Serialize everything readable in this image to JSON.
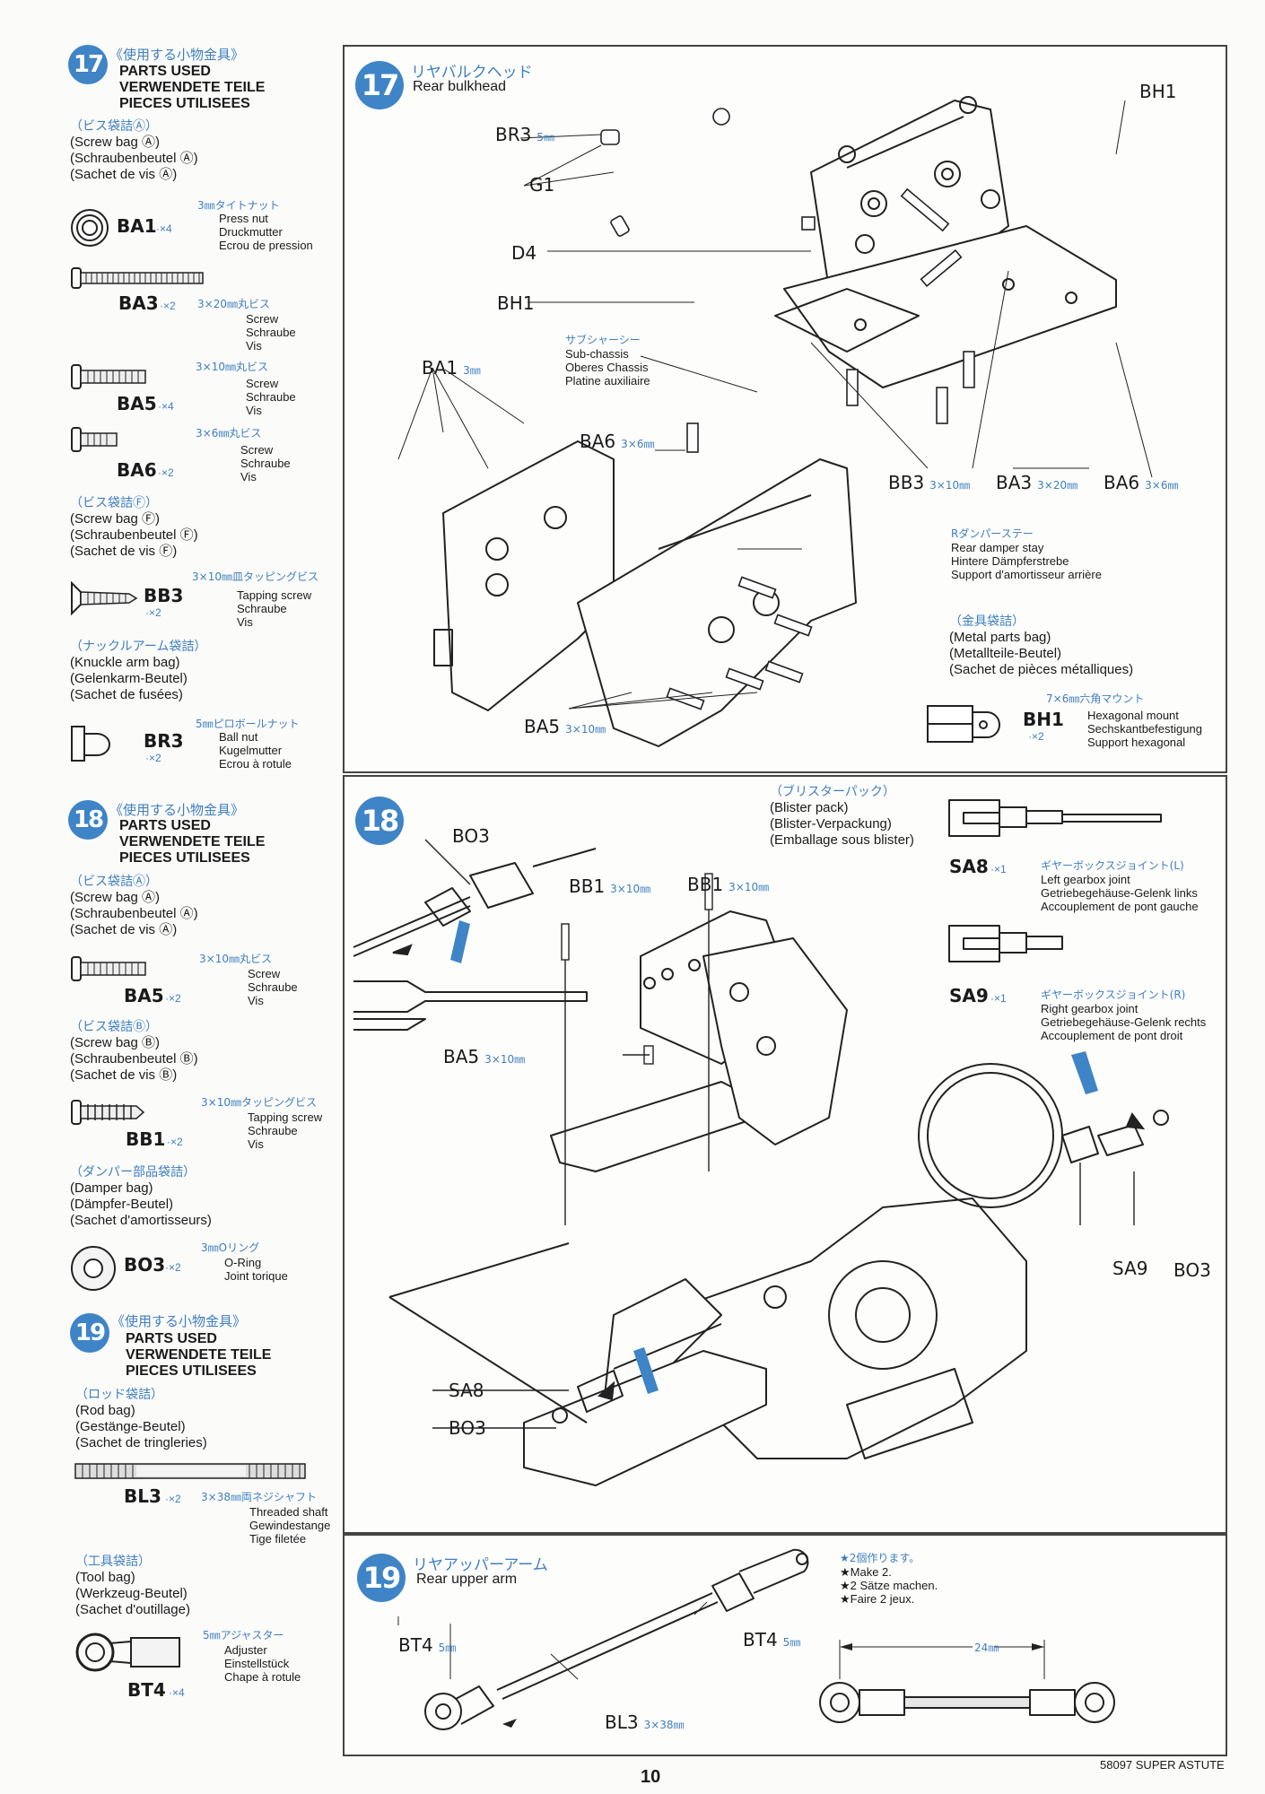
{
  "step17_left": {
    "badge": "17",
    "header_jp": "《使用する小物金具》",
    "header_en": [
      "PARTS USED",
      "VERWENDETE TEILE",
      "PIECES UTILISEES"
    ],
    "bags": [
      {
        "jp": "（ビス袋詰Ⓐ）",
        "lines": [
          "(Screw bag Ⓐ)",
          "(Schraubenbeutel Ⓐ)",
          "(Sachet de vis Ⓐ)"
        ]
      },
      {
        "jp": "（ビス袋詰Ⓕ）",
        "lines": [
          "(Screw bag Ⓕ)",
          "(Schraubenbeutel Ⓕ)",
          "(Sachet de vis Ⓕ)"
        ]
      },
      {
        "jp": "（ナックルアーム袋詰）",
        "lines": [
          "(Knuckle arm bag)",
          "(Gelenkarm-Beutel)",
          "(Sachet de fusées)"
        ]
      }
    ],
    "parts": [
      {
        "code": "BA1",
        "qty": "·×4",
        "spec": "3㎜タイトナット",
        "desc": [
          "Press nut",
          "Druckmutter",
          "Ecrou de pression"
        ]
      },
      {
        "code": "BA3",
        "qty": "·×2",
        "spec": "3×20㎜丸ビス",
        "desc": [
          "Screw",
          "Schraube",
          "Vis"
        ]
      },
      {
        "code": "BA5",
        "qty": "·×4",
        "spec": "3×10㎜丸ビス",
        "desc": [
          "Screw",
          "Schraube",
          "Vis"
        ]
      },
      {
        "code": "BA6",
        "qty": "·×2",
        "spec": "3×6㎜丸ビス",
        "desc": [
          "Screw",
          "Schraube",
          "Vis"
        ]
      },
      {
        "code": "BB3",
        "qty": "·×2",
        "spec": "3×10㎜皿タッピングビス",
        "desc": [
          "Tapping screw",
          "Schraube",
          "Vis"
        ]
      },
      {
        "code": "BR3",
        "qty": "·×2",
        "spec": "5㎜ピロボールナット",
        "desc": [
          "Ball nut",
          "Kugelmutter",
          "Ecrou à rotule"
        ]
      }
    ]
  },
  "step18_left": {
    "badge": "18",
    "header_jp": "《使用する小物金具》",
    "header_en": [
      "PARTS USED",
      "VERWENDETE TEILE",
      "PIECES UTILISEES"
    ],
    "bags": [
      {
        "jp": "（ビス袋詰Ⓐ）",
        "lines": [
          "(Screw bag Ⓐ)",
          "(Schraubenbeutel Ⓐ)",
          "(Sachet de vis Ⓐ)"
        ]
      },
      {
        "jp": "（ビス袋詰Ⓑ）",
        "lines": [
          "(Screw bag Ⓑ)",
          "(Schraubenbeutel Ⓑ)",
          "(Sachet de vis Ⓑ)"
        ]
      },
      {
        "jp": "（ダンパー部品袋詰）",
        "lines": [
          "(Damper bag)",
          "(Dämpfer-Beutel)",
          "(Sachet d'amortisseurs)"
        ]
      }
    ],
    "parts": [
      {
        "code": "BA5",
        "qty": "·×2",
        "spec": "3×10㎜丸ビス",
        "desc": [
          "Screw",
          "Schraube",
          "Vis"
        ]
      },
      {
        "code": "BB1",
        "qty": "·×2",
        "spec": "3×10㎜タッピングビス",
        "desc": [
          "Tapping screw",
          "Schraube",
          "Vis"
        ]
      },
      {
        "code": "BO3",
        "qty": "·×2",
        "spec": "3㎜Oリング",
        "desc": [
          "O-Ring",
          "Joint torique"
        ]
      }
    ]
  },
  "step19_left": {
    "badge": "19",
    "header_jp": "《使用する小物金具》",
    "header_en": [
      "PARTS USED",
      "VERWENDETE TEILE",
      "PIECES UTILISEES"
    ],
    "bags": [
      {
        "jp": "（ロッド袋詰）",
        "lines": [
          "(Rod bag)",
          "(Gestänge-Beutel)",
          "(Sachet de tringleries)"
        ]
      },
      {
        "jp": "（工具袋詰）",
        "lines": [
          "(Tool bag)",
          "(Werkzeug-Beutel)",
          "(Sachet d'outillage)"
        ]
      }
    ],
    "parts": [
      {
        "code": "BL3",
        "qty": "·×2",
        "spec": "3×38㎜両ネジシャフト",
        "desc": [
          "Threaded shaft",
          "Gewindestange",
          "Tige filetée"
        ]
      },
      {
        "code": "BT4",
        "qty": "·×4",
        "spec": "5㎜アジャスター",
        "desc": [
          "Adjuster",
          "Einstellstück",
          "Chape à rotule"
        ]
      }
    ]
  },
  "panel17": {
    "badge": "17",
    "title_jp": "リヤバルクヘッド",
    "title_en": "Rear bulkhead",
    "labels": {
      "br3": "BR3",
      "br3_spec": "5㎜",
      "g1": "G1",
      "d4": "D4",
      "bh1_a": "BH1",
      "bh1_b": "BH1",
      "ba1": "BA1",
      "ba1_spec": "3㎜",
      "ba6_a": "BA6",
      "ba6_a_spec": "3×6㎜",
      "bb3": "BB3",
      "bb3_spec": "3×10㎜",
      "ba3": "BA3",
      "ba3_spec": "3×20㎜",
      "ba6_b": "BA6",
      "ba6_b_spec": "3×6㎜",
      "ba5": "BA5",
      "ba5_spec": "3×10㎜"
    },
    "subchassis": {
      "jp": "サブシャーシー",
      "lines": [
        "Sub-chassis",
        "Oberes Chassis",
        "Platine auxiliaire"
      ]
    },
    "damper_stay": {
      "jp": "Rダンパーステー",
      "lines": [
        "Rear damper stay",
        "Hintere Dämpferstrebe",
        "Support d'amortisseur arrière"
      ]
    },
    "metal_bag": {
      "jp": "（金具袋詰）",
      "lines": [
        "(Metal parts bag)",
        "(Metallteile-Beutel)",
        "(Sachet de pièces métalliques)"
      ]
    },
    "hex_mount": {
      "spec": "7×6㎜六角マウント",
      "code": "BH1",
      "qty": "·×2",
      "desc": [
        "Hexagonal mount",
        "Sechskantbefestigung",
        "Support hexagonal"
      ]
    }
  },
  "panel18": {
    "badge": "18",
    "blister": {
      "jp": "（ブリスターパック）",
      "lines": [
        "(Blister pack)",
        "(Blister-Verpackung)",
        "(Emballage sous blister)"
      ]
    },
    "labels": {
      "bo3_top": "BO3",
      "bb1_a": "BB1",
      "bb1_a_spec": "3×10㎜",
      "bb1_b": "BB1",
      "bb1_b_spec": "3×10㎜",
      "ba5": "BA5",
      "ba5_spec": "3×10㎜",
      "sa8": "SA8",
      "bo3_bottom": "BO3",
      "sa9": "SA9",
      "bo3_right": "BO3"
    },
    "sa8_part": {
      "code": "SA8",
      "qty": "·×1",
      "jp": "ギヤーボックスジョイント(L)",
      "lines": [
        "Left gearbox joint",
        "Getriebegehäuse-Gelenk links",
        "Accouplement de pont gauche"
      ]
    },
    "sa9_part": {
      "code": "SA9",
      "qty": "·×1",
      "jp": "ギヤーボックスジョイント(R)",
      "lines": [
        "Right gearbox joint",
        "Getriebegehäuse-Gelenk rechts",
        "Accouplement de pont droit"
      ]
    }
  },
  "panel19": {
    "badge": "19",
    "title_jp": "リヤアッパーアーム",
    "title_en": "Rear upper arm",
    "note": [
      "★2個作ります。",
      "★Make 2.",
      "★2 Sätze machen.",
      "★Faire 2 jeux."
    ],
    "labels": {
      "bt4_left": "BT4",
      "bt4_left_spec": "5㎜",
      "bt4_right": "BT4",
      "bt4_right_spec": "5㎜",
      "bl3": "BL3",
      "bl3_spec": "3×38㎜",
      "dim": "24㎜"
    }
  },
  "footer": {
    "model": "58097 SUPER ASTUTE",
    "page": "10"
  },
  "colors": {
    "accent": "#3f84c6",
    "line": "#222222"
  }
}
